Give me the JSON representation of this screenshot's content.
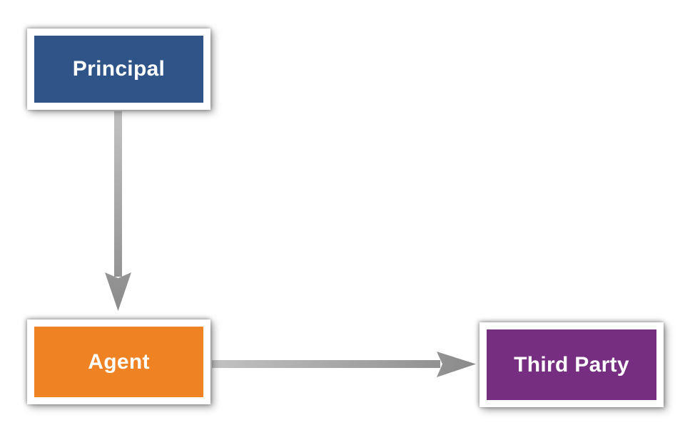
{
  "diagram": {
    "nodes": [
      {
        "id": "principal",
        "label": "Principal",
        "color": "#2F5488"
      },
      {
        "id": "agent",
        "label": "Agent",
        "color": "#EF8222"
      },
      {
        "id": "third-party",
        "label": "Third Party",
        "color": "#762E81"
      }
    ],
    "edges": [
      {
        "from": "principal",
        "to": "agent",
        "direction": "down"
      },
      {
        "from": "agent",
        "to": "third-party",
        "direction": "right"
      }
    ],
    "arrow_style": {
      "gradient_start": "#C2C2C2",
      "gradient_end": "#8A8A8A"
    }
  }
}
